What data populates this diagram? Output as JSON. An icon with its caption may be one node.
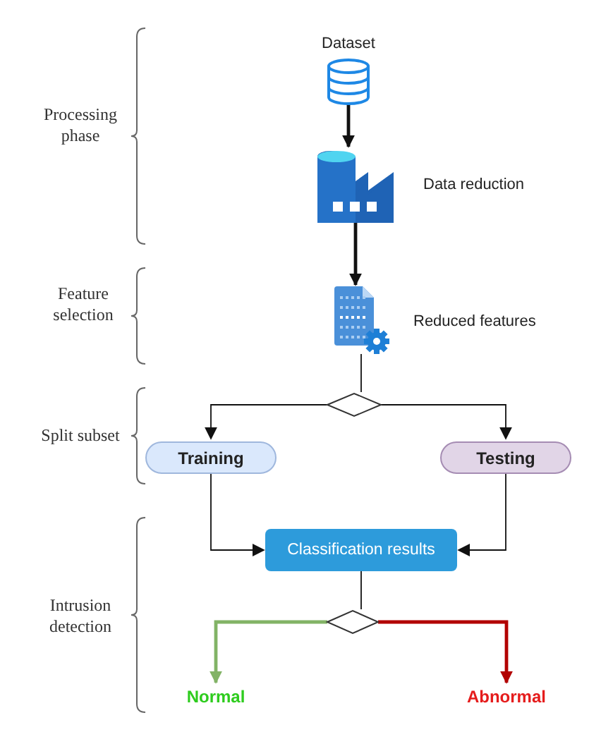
{
  "diagram": {
    "nodes": [
      {
        "text": [],
        "shape": "cylinder",
        "beside": [
          "Dataset"
        ]
      },
      {
        "text": [],
        "shape": "picture",
        "beside": [
          "Data reduction"
        ]
      },
      {
        "text": [],
        "shape": "picture",
        "beside": [
          "Reduced features"
        ]
      },
      {
        "text": [],
        "shape": "diamond"
      },
      {
        "text": [
          "Training"
        ]
      },
      {
        "text": [
          "Testing"
        ]
      },
      {
        "text": [
          "Classification results"
        ]
      },
      {
        "text": [],
        "shape": "diamond"
      },
      {
        "text": [
          "Normal"
        ]
      },
      {
        "text": [
          "Abnormal"
        ]
      }
    ],
    "edges": [
      {
        "from": 0,
        "to": 1,
        "arrow": "to",
        "style": "thick"
      },
      {
        "from": 1,
        "to": 2,
        "arrow": "to",
        "style": "thick"
      },
      {
        "from": 2,
        "to": 3,
        "arrow": "none"
      },
      {
        "from": 3,
        "to": 4,
        "arrow": "to"
      },
      {
        "from": 3,
        "to": 5,
        "arrow": "to"
      },
      {
        "from": 4,
        "to": 6,
        "arrow": "to"
      },
      {
        "from": 5,
        "to": 6,
        "arrow": "to"
      },
      {
        "from": 6,
        "to": 7,
        "arrow": "none"
      },
      {
        "from": 7,
        "to": 8,
        "arrow": "to",
        "style": "thick",
        "color": "#82b366"
      },
      {
        "from": 7,
        "to": 9,
        "arrow": "to",
        "style": "thick",
        "color": "#b20000"
      }
    ],
    "labels": [
      "Processing phase",
      "Feature selection",
      "Split subset",
      "Intrusion detection"
    ]
  }
}
